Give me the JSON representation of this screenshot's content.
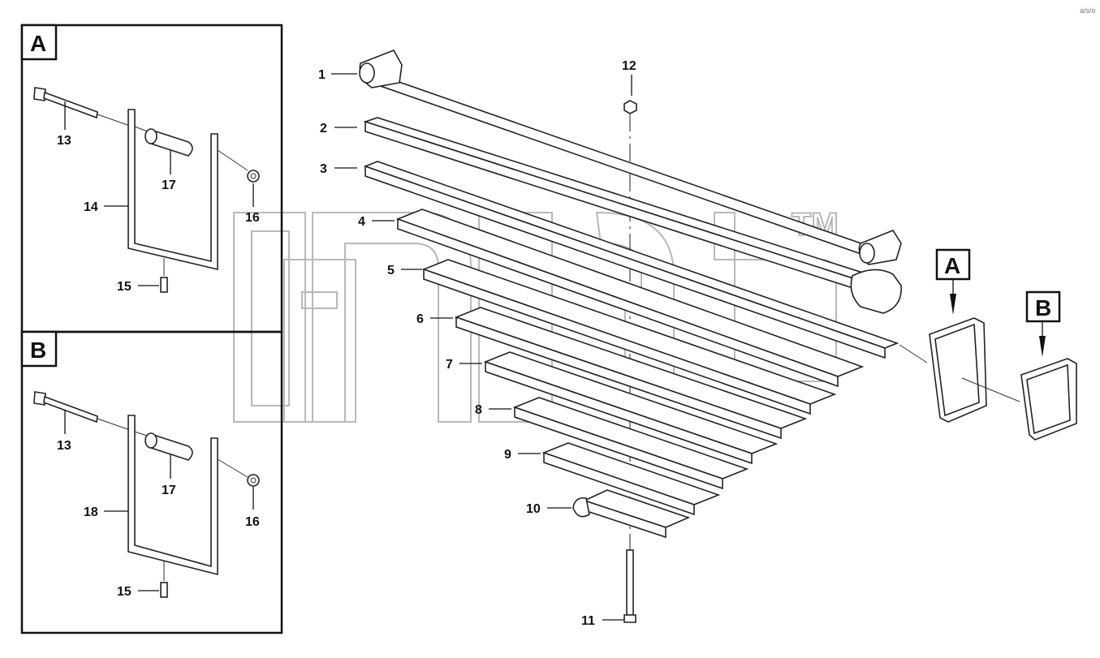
{
  "callouts": {
    "c1": "1",
    "c2": "2",
    "c3": "3",
    "c4": "4",
    "c5": "5",
    "c6": "6",
    "c7": "7",
    "c8": "8",
    "c9": "9",
    "c10": "10",
    "c11": "11",
    "c12": "12"
  },
  "detail_a": {
    "letter": "A",
    "c13": "13",
    "c14": "14",
    "c15": "15",
    "c16": "16",
    "c17": "17"
  },
  "detail_b": {
    "letter": "B",
    "c13": "13",
    "c15": "15",
    "c16": "16",
    "c17": "17",
    "c18": "18"
  },
  "flags": {
    "a": "A",
    "b": "B"
  },
  "watermark": {
    "text": "and",
    "tm": "TM"
  },
  "corner_mark": "a/s/o",
  "colors": {
    "line": "#222222",
    "watermark": "#b8b8b8",
    "background": "#ffffff"
  }
}
